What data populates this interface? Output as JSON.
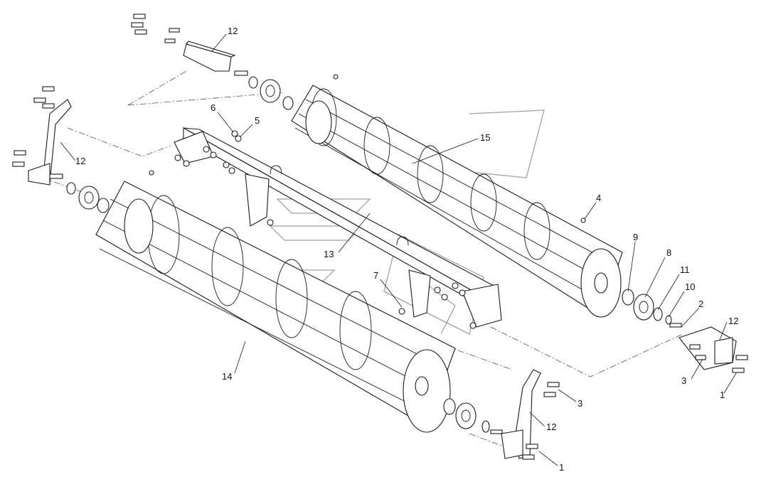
{
  "callouts": [
    {
      "id": "c12a",
      "label": "12"
    },
    {
      "id": "c12b",
      "label": "12"
    },
    {
      "id": "c12c",
      "label": "12"
    },
    {
      "id": "c12d",
      "label": "12"
    },
    {
      "id": "c6",
      "label": "6"
    },
    {
      "id": "c5",
      "label": "5"
    },
    {
      "id": "c15",
      "label": "15"
    },
    {
      "id": "c4",
      "label": "4"
    },
    {
      "id": "c13",
      "label": "13"
    },
    {
      "id": "c7",
      "label": "7"
    },
    {
      "id": "c9",
      "label": "9"
    },
    {
      "id": "c8",
      "label": "8"
    },
    {
      "id": "c11",
      "label": "11"
    },
    {
      "id": "c10",
      "label": "10"
    },
    {
      "id": "c2",
      "label": "2"
    },
    {
      "id": "c14",
      "label": "14"
    },
    {
      "id": "c3a",
      "label": "3"
    },
    {
      "id": "c3b",
      "label": "3"
    },
    {
      "id": "c1a",
      "label": "1"
    },
    {
      "id": "c1b",
      "label": "1"
    }
  ]
}
